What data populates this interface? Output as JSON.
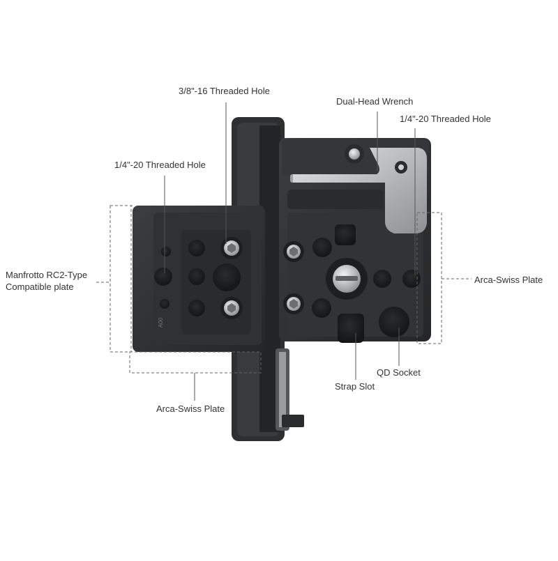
{
  "callouts": {
    "threaded_hole_3_8": "3/8\"-16 Threaded Hole",
    "dual_head_wrench": "Dual-Head Wrench",
    "threaded_hole_1_4_right": "1/4\"-20 Threaded Hole",
    "threaded_hole_1_4_left": "1/4\"-20 Threaded Hole",
    "manfrotto_plate_line1": "Manfrotto RC2-Type",
    "manfrotto_plate_line2": "Compatible plate",
    "arca_swiss_right": "Arca-Swiss Plate",
    "arca_swiss_bottom": "Arca-Swiss Plate",
    "strap_slot": "Strap Slot",
    "qd_socket": "QD Socket"
  },
  "engraving": {
    "plate_mark": "A00"
  },
  "colors": {
    "body_dark": "#2b2c2e",
    "body_mid": "#3a3b3e",
    "recess": "#1e1f21",
    "steel": "#b8babd",
    "leader": "#555555",
    "label_text": "#333333"
  }
}
